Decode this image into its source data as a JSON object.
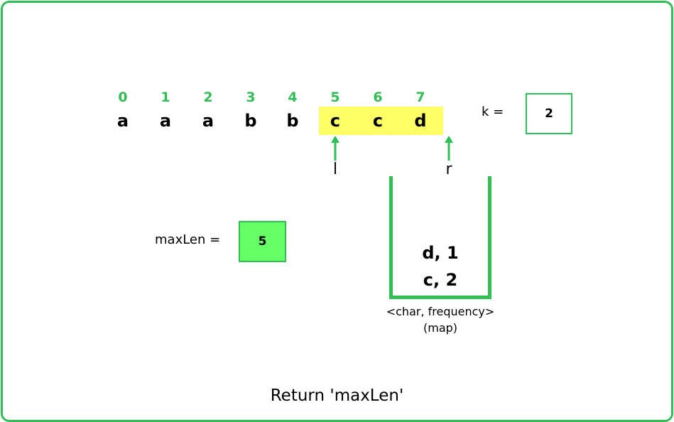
{
  "indices": [
    "0",
    "1",
    "2",
    "3",
    "4",
    "5",
    "6",
    "7"
  ],
  "chars": [
    "a",
    "a",
    "a",
    "b",
    "b",
    "c",
    "c",
    "d"
  ],
  "pointers": {
    "left": "l",
    "right": "r"
  },
  "k": {
    "label": "k =",
    "value": "2"
  },
  "max_len": {
    "label": "maxLen =",
    "value": "5"
  },
  "map": {
    "entries": [
      "d, 1",
      "c, 2"
    ],
    "caption_line1": "<char, frequency>",
    "caption_line2": "(map)"
  },
  "footer": "Return 'maxLen'",
  "colors": {
    "accent": "#2fbf55",
    "highlight": "#ffff66",
    "result_fill": "#66ff66"
  }
}
